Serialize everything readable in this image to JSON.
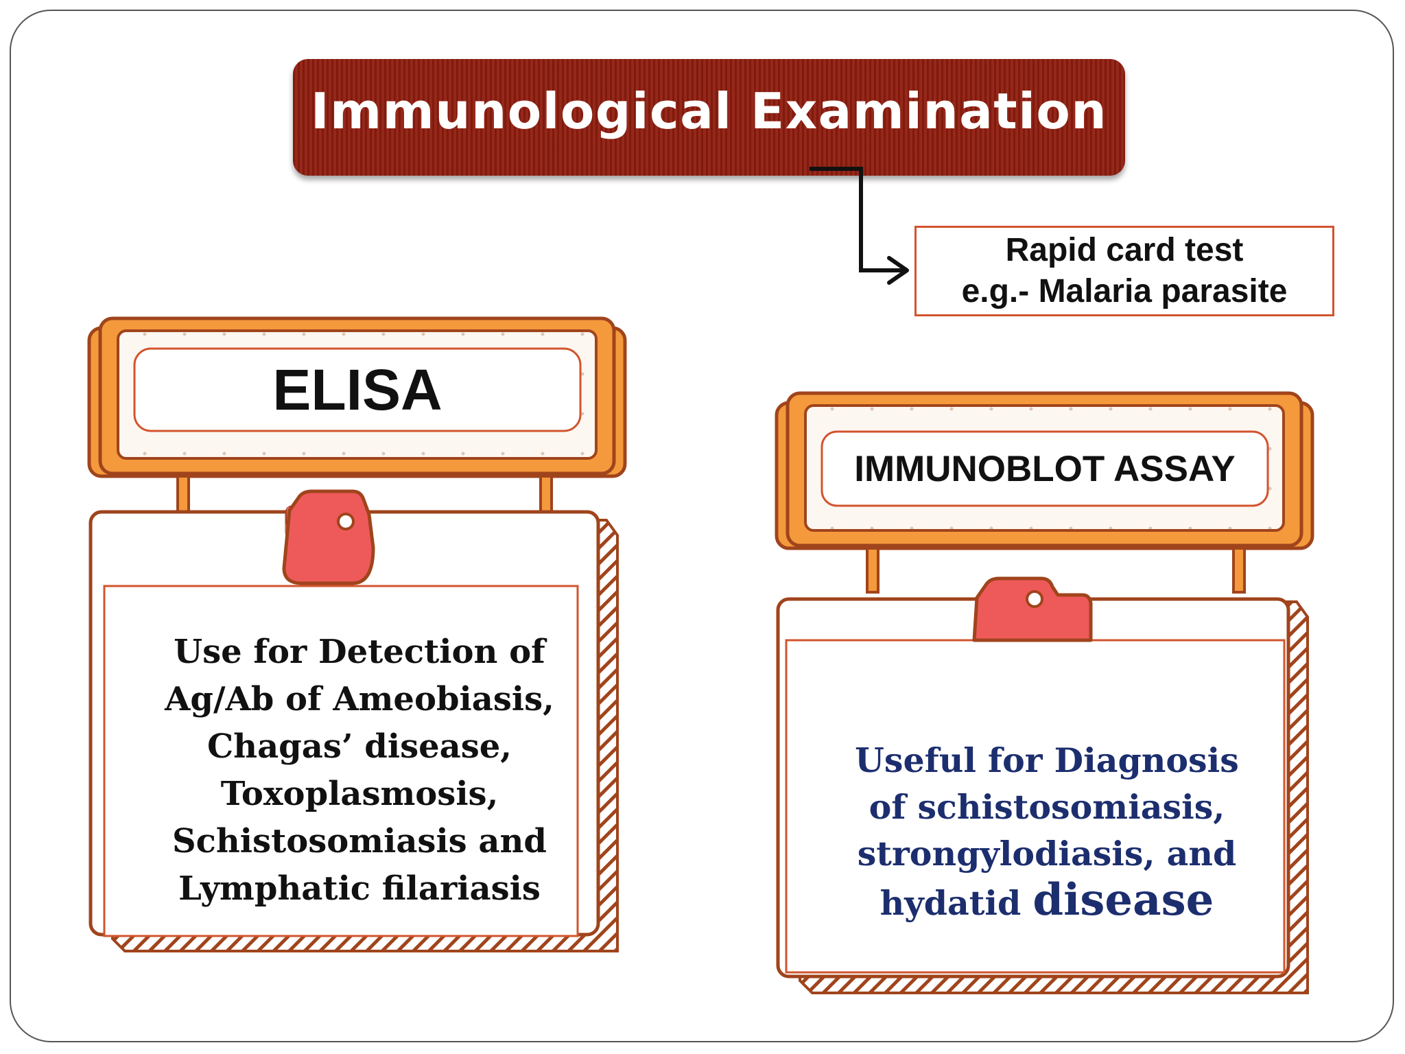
{
  "title": "Immunological Examination",
  "rapid_card": {
    "line1": "Rapid card test",
    "line2": "e.g.- Malaria parasite"
  },
  "elisa": {
    "label": "ELISA",
    "lines": [
      "Use for Detection of",
      "Ag/Ab of Ameobiasis,",
      "Chagas’ disease,",
      "Toxoplasmosis,",
      "Schistosomiasis and",
      "Lymphatic filariasis"
    ]
  },
  "immunoblot": {
    "label": "IMMUNOBLOT ASSAY",
    "lines": [
      "Useful for Diagnosis",
      "of schistosomiasis,",
      "strongylodiasis, and"
    ],
    "last_line_prefix": "hydatid",
    "last_line_word": "disease",
    "text_color": "#1c2e6e"
  },
  "colors": {
    "banner": "#8e1c0e",
    "board_orange": "#f59a3c",
    "board_outline": "#a0441c",
    "clip_red": "#ee5a5a",
    "box_border": "#d2542e"
  }
}
